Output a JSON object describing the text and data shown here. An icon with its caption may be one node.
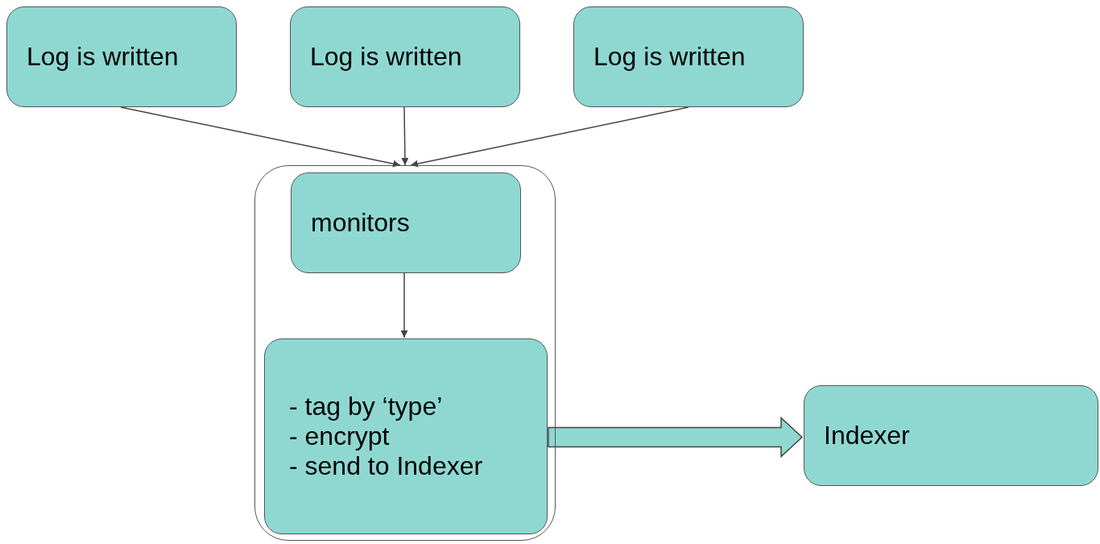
{
  "diagram": {
    "nodes": [
      {
        "text": [
          "Log is written"
        ]
      },
      {
        "text": [
          "Log is written"
        ]
      },
      {
        "text": [
          "Log is written"
        ]
      },
      {
        "text": [],
        "shape": "box"
      },
      {
        "text": [
          "monitors"
        ],
        "in": 3
      },
      {
        "text": [
          "- tag by ‘type’",
          "- encrypt",
          "- send to Indexer"
        ],
        "in": 3
      },
      {
        "text": [
          "Indexer"
        ]
      }
    ],
    "edges": [
      {
        "from": 0,
        "to": 3,
        "arrow": "to"
      },
      {
        "from": 1,
        "to": 3,
        "arrow": "to"
      },
      {
        "from": 2,
        "to": 3,
        "arrow": "to"
      },
      {
        "from": 4,
        "to": 5,
        "arrow": "to"
      },
      {
        "from": 5,
        "to": 6,
        "arrow": "to",
        "style": "thick",
        "color": "#8fd8d2"
      }
    ]
  }
}
